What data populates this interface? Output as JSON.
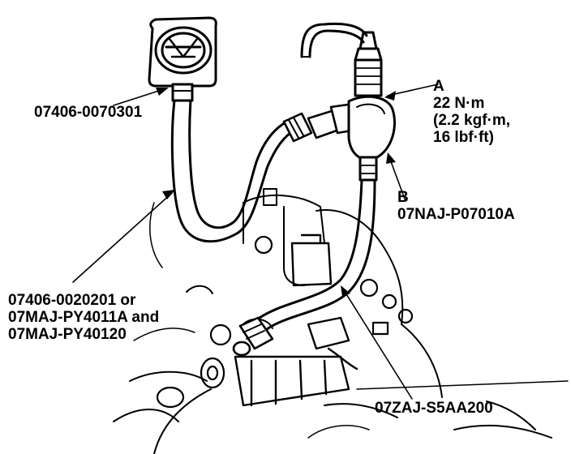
{
  "labels": {
    "gauge_part": "07406-0070301",
    "a_letter": "A",
    "a_torque_1": "22 N·m",
    "a_torque_2": "(2.2 kgf·m,",
    "a_torque_3": "16 lbf·ft)",
    "b_letter": "B",
    "b_part": "07NAJ-P07010A",
    "hose_line_1": "07406-0020201 or",
    "hose_line_2": "07MAJ-PY4011A and",
    "hose_line_3": "07MAJ-PY40120",
    "adapter_part": "07ZAJ-S5AA200"
  },
  "colors": {
    "ink": "#000000",
    "paper": "#ffffff"
  }
}
